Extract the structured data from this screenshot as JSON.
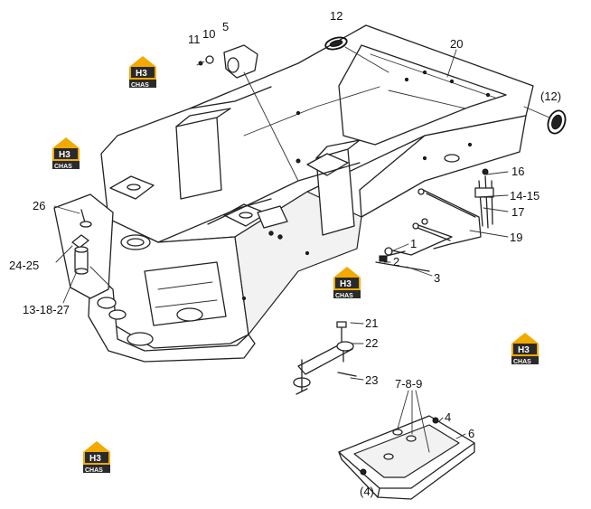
{
  "labels": {
    "l12": "12",
    "l20": "20",
    "l12p": "(12)",
    "l11": "11",
    "l10": "10",
    "l5": "5",
    "l16": "16",
    "l1415": "14-15",
    "l17": "17",
    "l19": "19",
    "l26": "26",
    "l1": "1",
    "l2": "2",
    "l3": "3",
    "l2425": "24-25",
    "l131827": "13-18-27",
    "l21": "21",
    "l22": "22",
    "l23": "23",
    "l789": "7-8-9",
    "l4": "4",
    "l6": "6",
    "l4p": "(4)"
  },
  "watermark": {
    "top": "H3",
    "bottom": "CHAS",
    "accent_color": "#f2a900",
    "dark_color": "#2a2a2a"
  }
}
